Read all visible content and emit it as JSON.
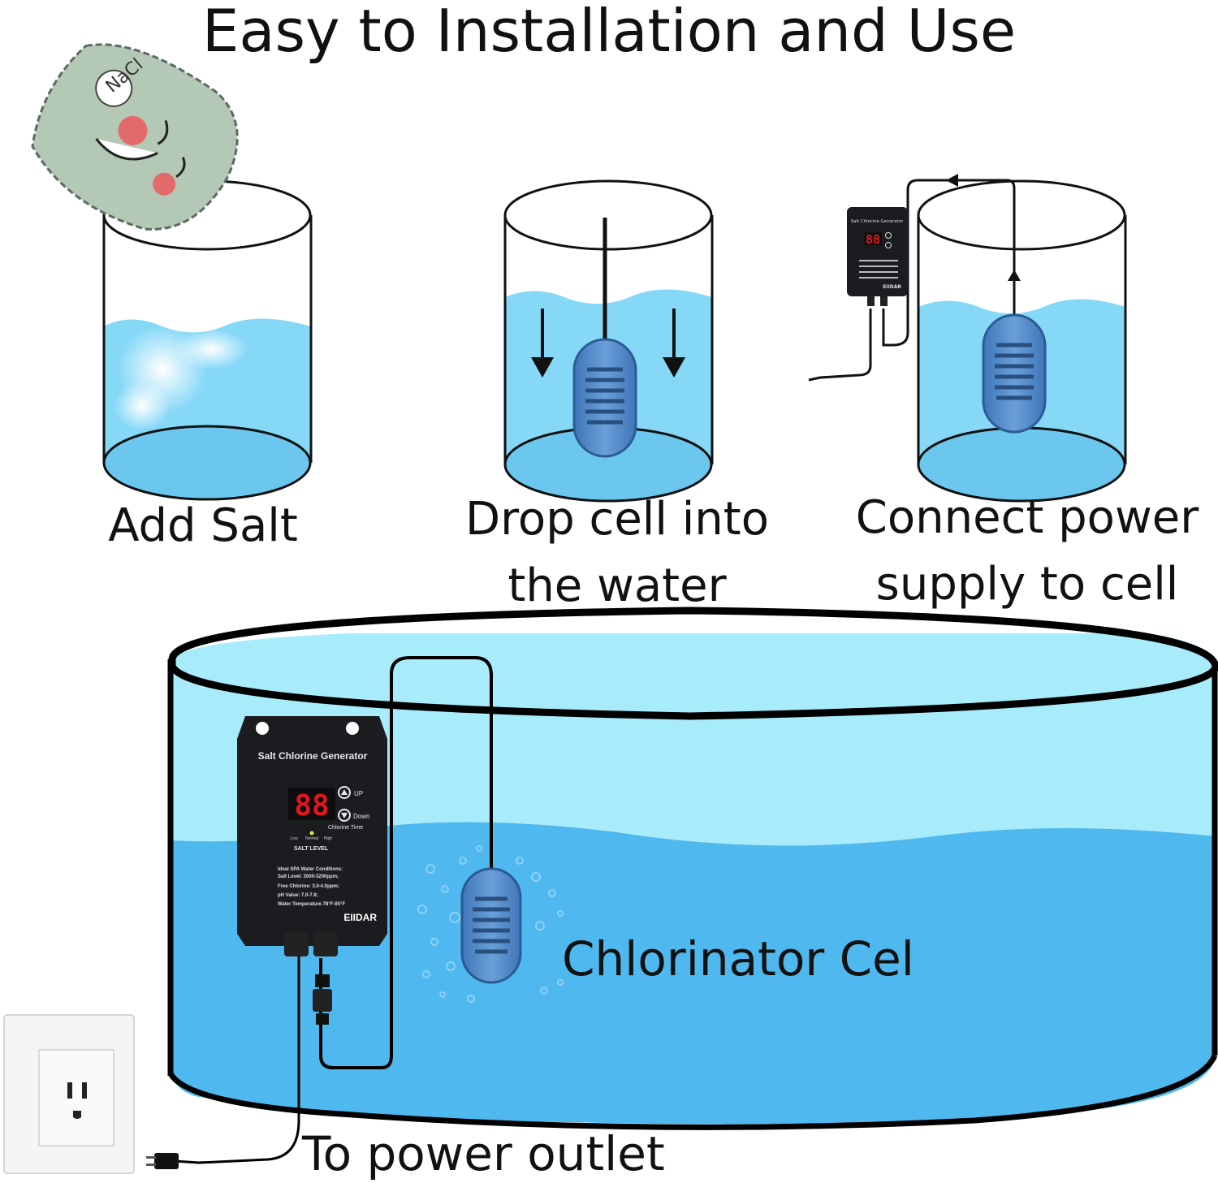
{
  "title": "Easy to Installation and Use",
  "steps": [
    {
      "label": "Add Salt"
    },
    {
      "label_line1": "Drop cell into",
      "label_line2": "the water"
    },
    {
      "label_line1": "Connect power",
      "label_line2": "supply to cell"
    }
  ],
  "salt_bag": {
    "text": "NaCl"
  },
  "controller": {
    "name": "Salt Chlorine Generator",
    "display": "88",
    "up_label": "UP",
    "down_label": "Down",
    "chlorine_time_label": "Chlorine Time",
    "level_labels": [
      "Low",
      "Normal",
      "High"
    ],
    "salt_level_label": "SALT LEVEL",
    "conditions": [
      "Ideal SPA Water Conditions:",
      "Salt Level: 2000-3200ppm;",
      "Free Chlorine: 3.0-4.0ppm;",
      "pH Value: 7.0-7.8;",
      "Water Temperature 78°F-85°F"
    ],
    "brand": "EIIDAR"
  },
  "pool": {
    "cell_label": "Chlorinator Cel",
    "outlet_label": "To power outlet"
  },
  "colors": {
    "water_light": "#a8ecfb",
    "water_mid": "#7fd2f4",
    "water_deep": "#4fb9ef",
    "cell_blue": "#4d86c9",
    "controller_black": "#1b1c20",
    "led_red": "#e0181c"
  }
}
